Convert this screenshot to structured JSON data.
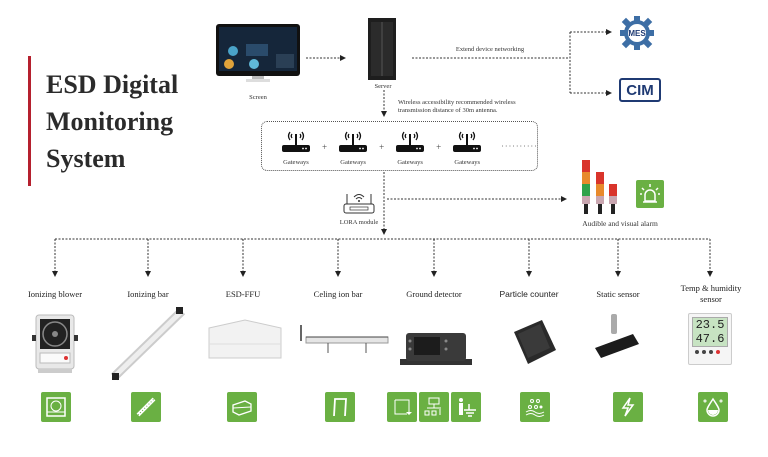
{
  "title": {
    "lines": [
      "ESD Digital",
      "Monitoring",
      "System"
    ],
    "accent_color": "#b5202e"
  },
  "top": {
    "screen_label": "Screen",
    "server_label": "Server",
    "extend_label": "Extend device networking",
    "wireless_note_line1": "Wireless accessibility recommended wireless",
    "wireless_note_line2": "transmission distance of 30m antenna.",
    "mes_label": "MES",
    "cim_label": "CIM"
  },
  "gateways": {
    "items": [
      "Gateways",
      "Gateways",
      "Gateways",
      "Gateways"
    ],
    "separator": "+",
    "ellipsis": "··········"
  },
  "lora": {
    "label": "LORA module"
  },
  "alarm": {
    "label": "Audible and visual alarm"
  },
  "devices": [
    {
      "label": "Ionizing blower",
      "icon": "blower-icon"
    },
    {
      "label": "Ionizing bar",
      "icon": "ion-bar-icon"
    },
    {
      "label": "ESD-FFU",
      "icon": "ffu-icon"
    },
    {
      "label": "Celing ion bar",
      "icon": "ceiling-bar-icon"
    },
    {
      "label": "Ground detector",
      "icon": "ground-detector-icon"
    },
    {
      "label": "Particle counter",
      "icon": "particle-icon"
    },
    {
      "label": "Static sensor",
      "icon": "lightning-icon"
    },
    {
      "label": "Temp & humidity sensor",
      "icon": "droplet-icon"
    }
  ],
  "thermo_display": {
    "temp": "23.5",
    "humidity": "47.6"
  },
  "colors": {
    "icon_green": "#6ab043",
    "navy": "#1f3a73",
    "mes_blue": "#3d6ea5"
  }
}
